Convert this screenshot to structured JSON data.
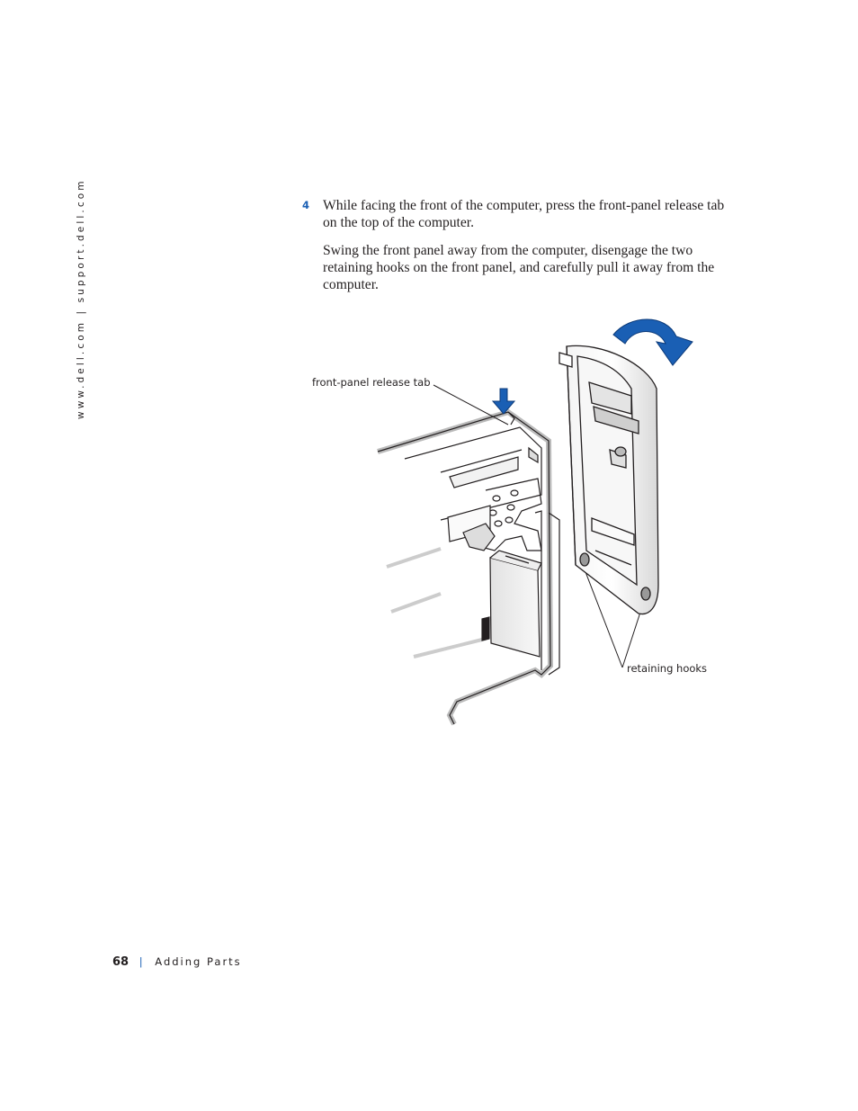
{
  "sidebar": {
    "url": "www.dell.com | support.dell.com"
  },
  "step": {
    "number": "4",
    "paragraphs": [
      "While facing the front of the computer, press the front-panel release tab on the top of the computer.",
      "Swing the front panel away from the computer, disengage the two retaining hooks on the front panel, and carefully pull it away from the computer."
    ]
  },
  "figure": {
    "callouts": {
      "release_tab": "front-panel release tab",
      "retaining_hooks": "retaining hooks"
    },
    "accent_color": "#1a5fb4"
  },
  "footer": {
    "page_number": "68",
    "separator": "|",
    "section": "Adding Parts"
  }
}
